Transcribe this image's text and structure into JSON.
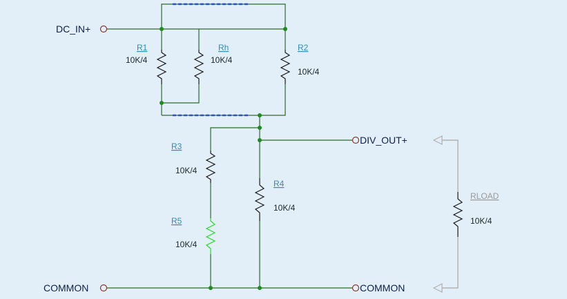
{
  "ports": {
    "dc_in": "DC_IN+",
    "div_out": "DIV_OUT+",
    "common_left": "COMMON",
    "common_right": "COMMON"
  },
  "resistors": {
    "r1": {
      "name": "R1",
      "value": "10K/4"
    },
    "rh": {
      "name": "Rh",
      "value": "10K/4"
    },
    "r2": {
      "name": "R2",
      "value": "10K/4"
    },
    "r3": {
      "name": "R3",
      "value": "10K/4"
    },
    "r4": {
      "name": "R4",
      "value": "10K/4"
    },
    "r5": {
      "name": "R5",
      "value": "10K/4"
    },
    "rload": {
      "name": "RLOAD",
      "value": "10K/4"
    }
  },
  "colors": {
    "background": "#e2eef8",
    "wire": "#2d6b2a",
    "jumper": "#2d52b8",
    "refdes": "#2d8fb5",
    "highlight_resistor": "#22dd22",
    "disabled": "#a8a8a8"
  }
}
